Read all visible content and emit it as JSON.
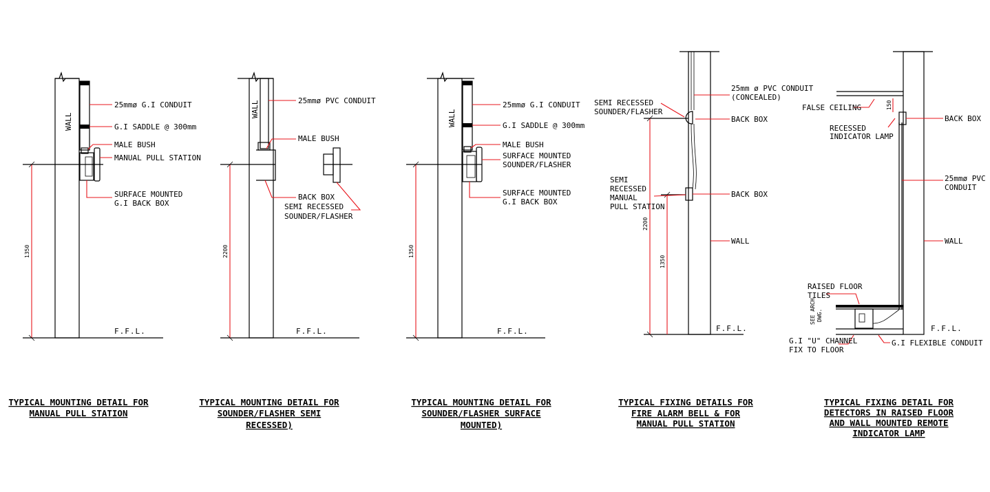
{
  "details": [
    {
      "id": "manual-pull-station",
      "labels": {
        "conduit": "25mmø G.I CONDUIT",
        "saddle": "G.I SADDLE @ 300mm",
        "male_bush": "MALE BUSH",
        "device": "MANUAL PULL STATION",
        "back_box_1": "SURFACE MOUNTED",
        "back_box_2": "G.I BACK BOX",
        "wall": "WALL",
        "floor": "F.F.L.",
        "dimension": "1350"
      },
      "title": [
        "TYPICAL MOUNTING DETAIL FOR",
        "MANUAL PULL STATION"
      ]
    },
    {
      "id": "sounder-semi-recessed",
      "labels": {
        "conduit": "25mmø PVC CONDUIT",
        "male_bush": "MALE BUSH",
        "back_box": "BACK BOX",
        "device_1": "SEMI RECESSED",
        "device_2": "SOUNDER/FLASHER",
        "wall": "WALL",
        "floor": "F.F.L.",
        "dimension": "2200"
      },
      "title": [
        "TYPICAL MOUNTING DETAIL FOR",
        "SOUNDER/FLASHER SEMI",
        "RECESSED)"
      ]
    },
    {
      "id": "sounder-surface-mounted",
      "labels": {
        "conduit": "25mmø G.I CONDUIT",
        "saddle": "G.I SADDLE @ 300mm",
        "male_bush": "MALE BUSH",
        "device_1": "SURFACE MOUNTED",
        "device_2": "SOUNDER/FLASHER",
        "back_box_1": "SURFACE MOUNTED",
        "back_box_2": "G.I BACK BOX",
        "wall": "WALL",
        "floor": "F.F.L.",
        "dimension": "1350"
      },
      "title": [
        "TYPICAL MOUNTING DETAIL FOR",
        "SOUNDER/FLASHER SURFACE",
        "MOUNTED)"
      ]
    },
    {
      "id": "fire-alarm-bell",
      "labels": {
        "conduit_1": "25mm ø PVC CONDUIT",
        "conduit_2": "(CONCEALED)",
        "sounder_1": "SEMI RECESSED",
        "sounder_2": "SOUNDER/FLASHER",
        "back_box_top": "BACK BOX",
        "pull_1": "SEMI",
        "pull_2": "RECESSED",
        "pull_3": "MANUAL",
        "pull_4": "PULL STATION",
        "back_box_bottom": "BACK BOX",
        "wall": "WALL",
        "floor": "F.F.L.",
        "dimension_outer": "2200",
        "dimension_inner": "1350"
      },
      "title": [
        "TYPICAL FIXING DETAILS FOR",
        "FIRE ALARM BELL &   FOR",
        "MANUAL PULL STATION"
      ]
    },
    {
      "id": "detectors-raised-floor",
      "labels": {
        "false_ceiling": "FALSE CEILING",
        "dimension_top": "150",
        "back_box": "BACK BOX",
        "lamp_1": "RECESSED",
        "lamp_2": "INDICATOR LAMP",
        "conduit_1": "25mmø PVC",
        "conduit_2": "CONDUIT",
        "wall": "WALL",
        "tiles_1": "RAISED FLOOR",
        "tiles_2": "TILES",
        "see_arch_1": "SEE ARCH",
        "see_arch_2": "DWG.",
        "channel_1": "G.I \"U\" CHANNEL",
        "channel_2": "FIX TO FLOOR",
        "flex": "G.I FLEXIBLE CONDUIT",
        "floor": "F.F.L."
      },
      "title": [
        "TYPICAL FIXING DETAIL FOR",
        "DETECTORS IN RAISED FLOOR",
        "AND WALL MOUNTED REMOTE",
        "INDICATOR LAMP"
      ]
    }
  ],
  "colors": {
    "leader": "#e8141b",
    "linework": "#000000",
    "background": "#ffffff"
  }
}
